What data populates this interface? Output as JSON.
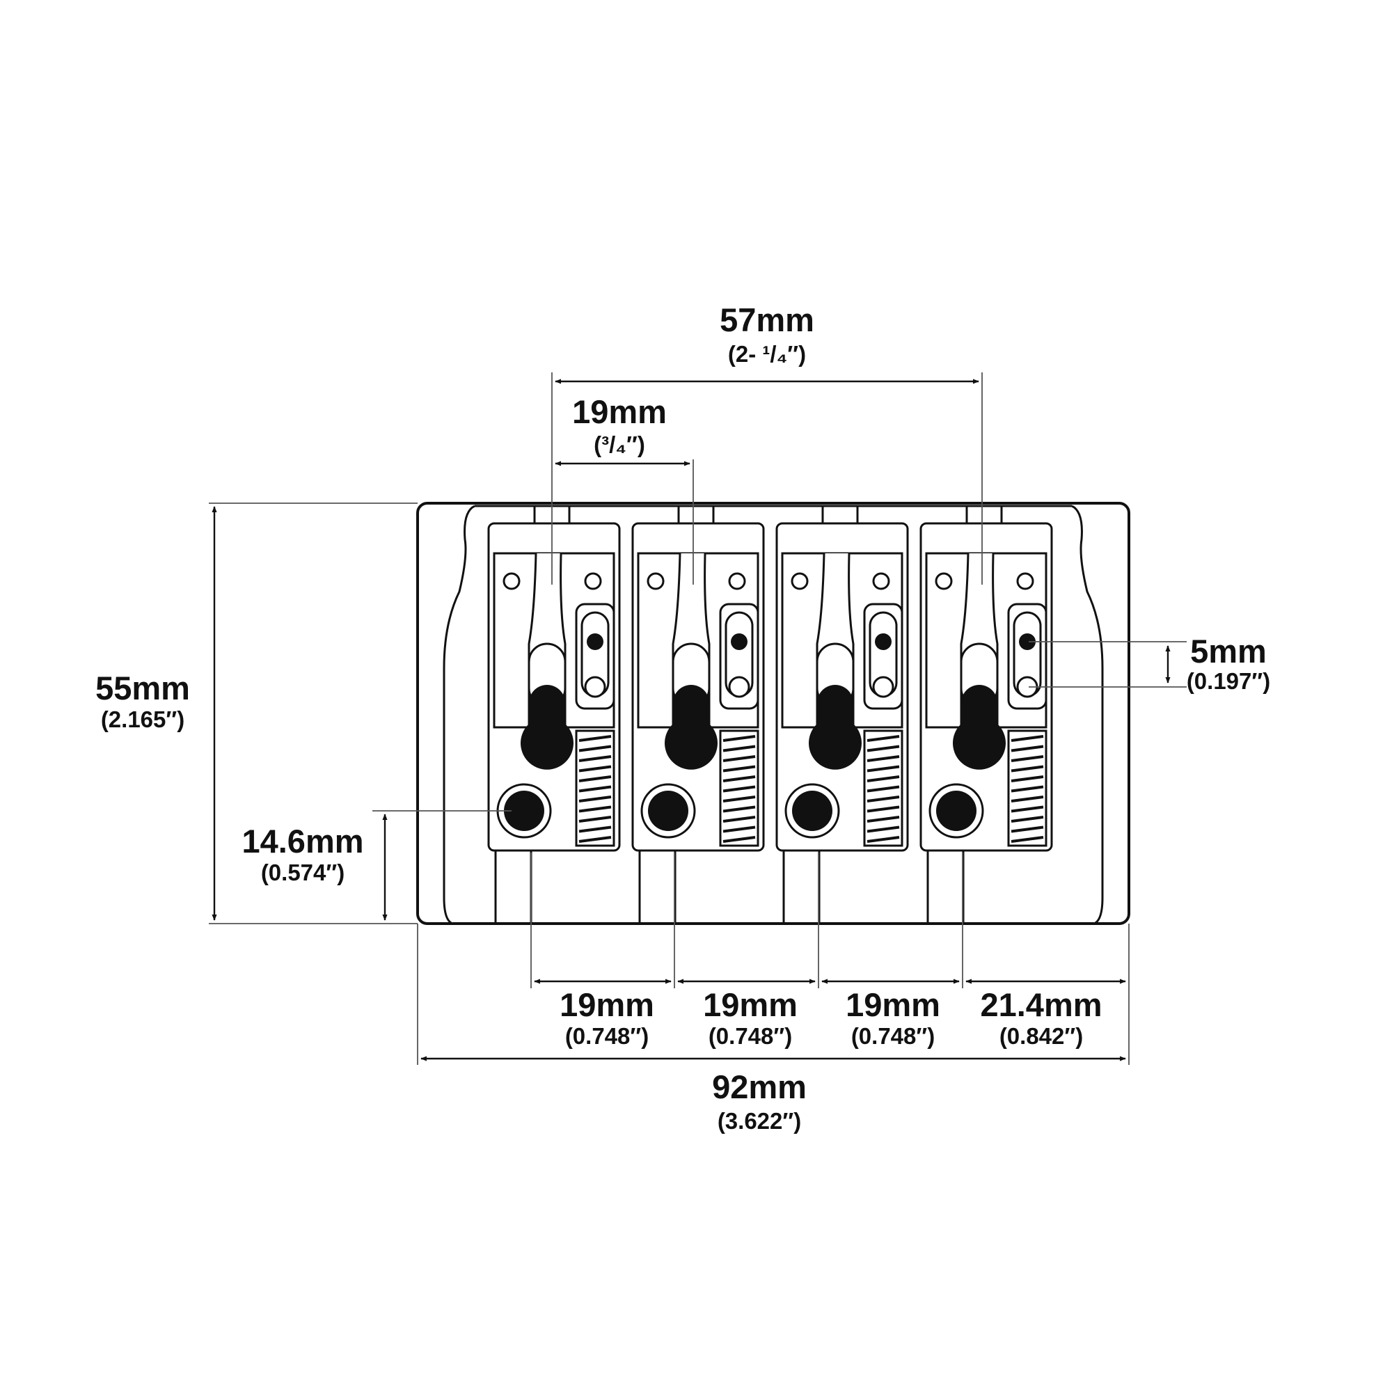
{
  "colors": {
    "ink": "#111111",
    "background": "#ffffff"
  },
  "dimensions": {
    "overall_width": {
      "main": "92mm",
      "sub": "(3.622″)"
    },
    "height": {
      "main": "55mm",
      "sub": "(2.165″)"
    },
    "outer_spacing": {
      "main": "57mm",
      "sub": "(2- ¹/₄″)"
    },
    "string_spacing": {
      "main": "19mm",
      "sub": "(³/₄″)"
    },
    "slot_offset": {
      "main": "5mm",
      "sub": "(0.197″)"
    },
    "mount_hole": {
      "main": "14.6mm",
      "sub": "(0.574″)"
    },
    "bottom": [
      {
        "main": "19mm",
        "sub": "(0.748″)"
      },
      {
        "main": "19mm",
        "sub": "(0.748″)"
      },
      {
        "main": "19mm",
        "sub": "(0.748″)"
      },
      {
        "main": "21.4mm",
        "sub": "(0.842″)"
      }
    ]
  }
}
